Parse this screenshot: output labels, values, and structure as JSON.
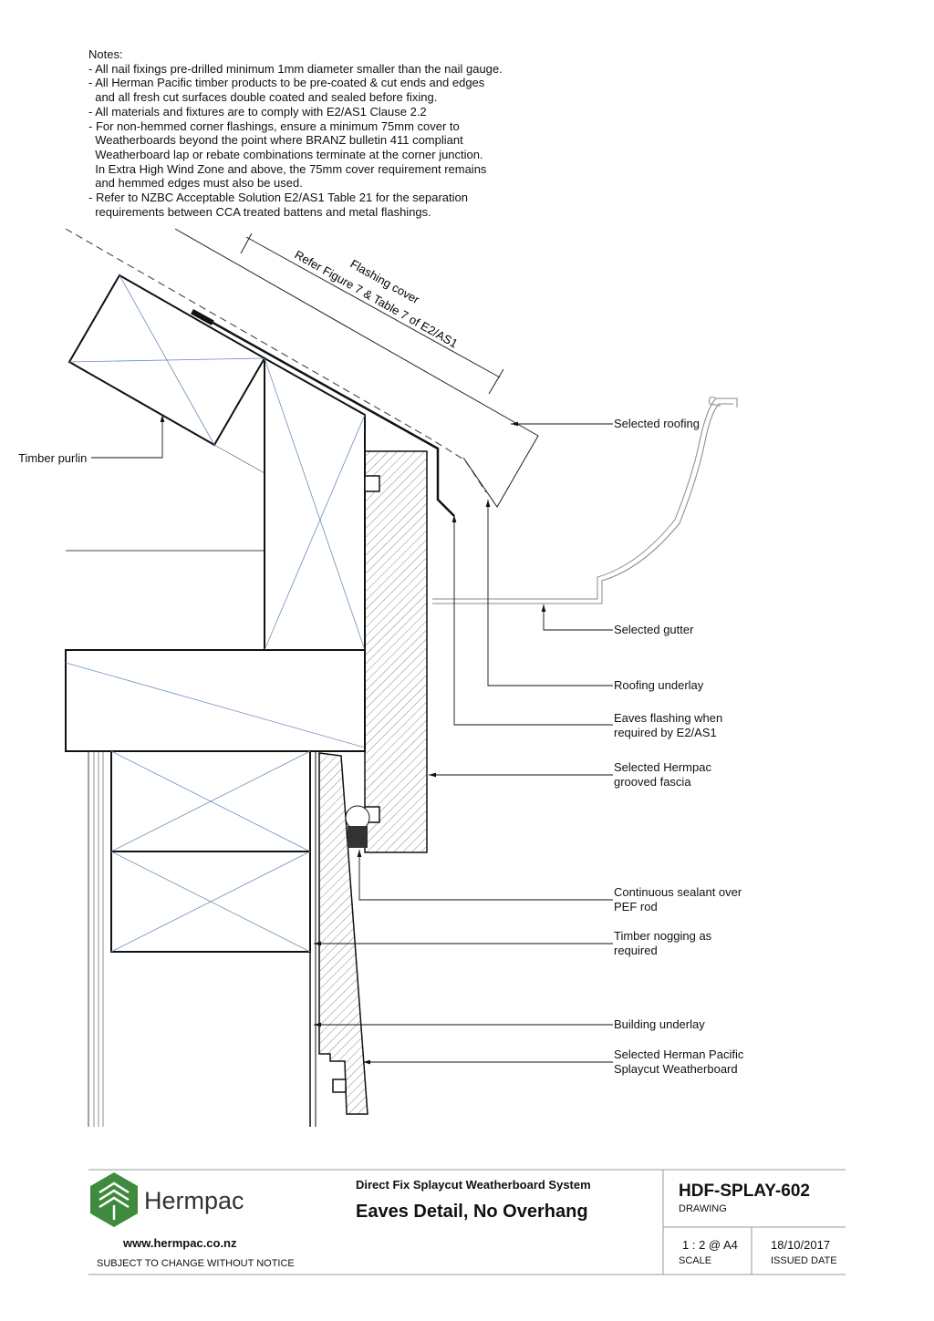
{
  "notes": {
    "heading": "Notes:",
    "lines": [
      "- All nail fixings pre-drilled minimum 1mm diameter smaller than the nail gauge.",
      "- All Herman Pacific timber products to be pre-coated & cut ends and edges",
      "  and all fresh cut surfaces double coated and sealed before fixing.",
      "- All materials and fixtures are to comply with E2/AS1 Clause 2.2",
      "- For non-hemmed corner flashings, ensure a minimum 75mm cover to",
      "  Weatherboards beyond the point where BRANZ bulletin 411 compliant",
      "  Weatherboard lap or rebate combinations terminate at the corner junction.",
      "  In Extra High Wind Zone and above, the 75mm cover requirement remains",
      "  and hemmed edges must also be used.",
      "- Refer to NZBC Acceptable Solution E2/AS1 Table 21 for the separation",
      "  requirements between CCA treated battens and metal flashings."
    ]
  },
  "dimension": {
    "line1": "Flashing cover",
    "line2": "Refer Figure 7 & Table 7 of E2/AS1"
  },
  "labels": {
    "timber_purlin": "Timber purlin",
    "selected_roofing": "Selected roofing",
    "selected_gutter": "Selected gutter",
    "roofing_underlay": "Roofing underlay",
    "eaves_flashing": [
      "Eaves flashing when",
      "required by E2/AS1"
    ],
    "fascia": [
      "Selected Hermpac",
      "grooved fascia"
    ],
    "sealant": [
      "Continuous sealant over",
      "PEF rod"
    ],
    "nogging": [
      "Timber nogging as",
      "required"
    ],
    "building_underlay": "Building underlay",
    "weatherboard": [
      "Selected Herman Pacific",
      "Splaycut Weatherboard"
    ]
  },
  "title_block": {
    "brand": "Hermpac",
    "website": "www.hermpac.co.nz",
    "notice": "SUBJECT TO CHANGE WITHOUT NOTICE",
    "system": "Direct Fix Splaycut Weatherboard System",
    "title": "Eaves Detail, No Overhang",
    "drawing_no": "HDF-SPLAY-602",
    "drawing_label": "DRAWING",
    "scale_value": "1 : 2 @ A4",
    "scale_label": "SCALE",
    "date_value": "18/10/2017",
    "date_label": "ISSUED DATE",
    "brand_color": "#3e8b3e"
  }
}
